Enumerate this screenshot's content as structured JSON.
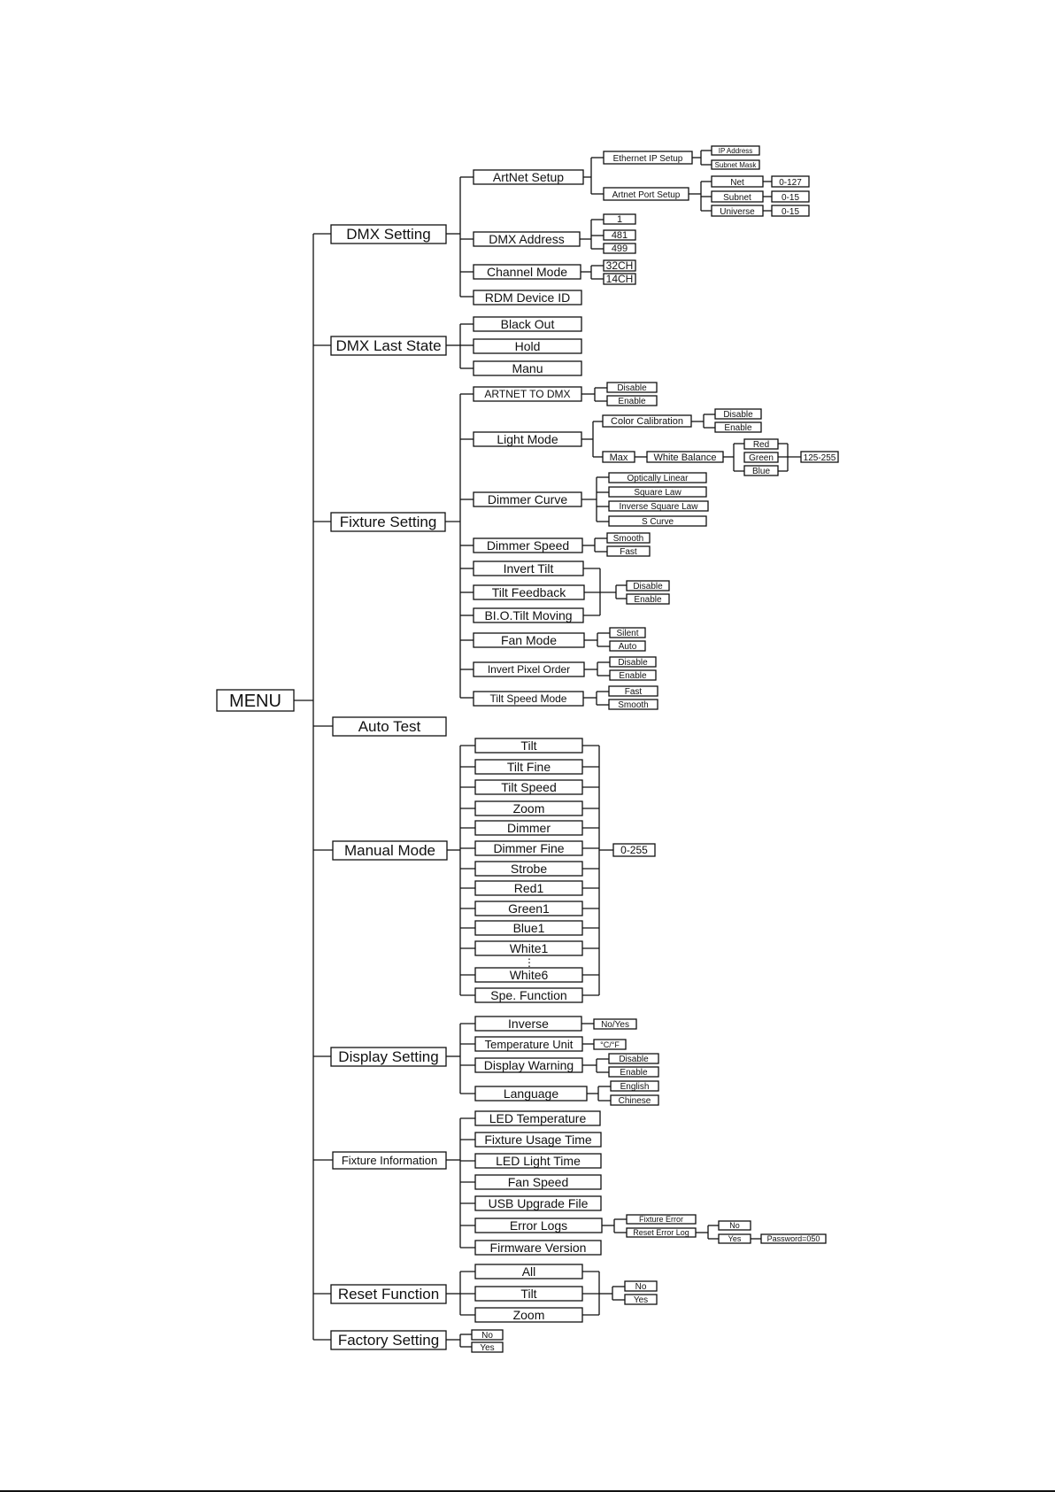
{
  "menu": {
    "root": "MENU",
    "dmx_setting": {
      "label": "DMX Setting",
      "artnet_setup": "ArtNet Setup",
      "ethernet_ip_setup": "Ethernet IP Setup",
      "ip_address": "IP Address",
      "subnet_mask": "Subnet Mask",
      "artnet_port_setup": "Artnet Port Setup",
      "net": "Net",
      "net_range": "0-127",
      "subnet": "Subnet",
      "subnet_range": "0-15",
      "universe": "Universe",
      "universe_range": "0-15",
      "dmx_address": "DMX Address",
      "addr_values": [
        "1",
        "481",
        "499"
      ],
      "channel_mode": "Channel Mode",
      "channel_values": [
        "32CH",
        "14CH"
      ],
      "rdm_device_id": "RDM Device ID"
    },
    "dmx_last_state": {
      "label": "DMX Last State",
      "options": [
        "Black Out",
        "Hold",
        "Manu"
      ]
    },
    "fixture_setting": {
      "label": "Fixture Setting",
      "artnet_to_dmx": "ARTNET TO DMX",
      "artnet_to_dmx_options": [
        "Disable",
        "Enable"
      ],
      "light_mode": "Light Mode",
      "color_calibration": "Color Calibration",
      "color_calibration_options": [
        "Disable",
        "Enable"
      ],
      "max": "Max",
      "white_balance": "White Balance",
      "wb_colors": [
        "Red",
        "Green",
        "Blue"
      ],
      "wb_range": "125-255",
      "dimmer_curve": "Dimmer Curve",
      "dimmer_curve_options": [
        "Optically Linear",
        "Square Law",
        "Inverse Square Law",
        "S Curve"
      ],
      "dimmer_speed": "Dimmer Speed",
      "dimmer_speed_options": [
        "Smooth",
        "Fast"
      ],
      "invert_tilt": "Invert Tilt",
      "tilt_feedback": "Tilt Feedback",
      "bio_tilt_moving": "BI.O.Tilt Moving",
      "tilt_group_options": [
        "Disable",
        "Enable"
      ],
      "fan_mode": "Fan Mode",
      "fan_mode_options": [
        "Silent",
        "Auto"
      ],
      "invert_pixel_order": "Invert Pixel Order",
      "invert_pixel_order_options": [
        "Disable",
        "Enable"
      ],
      "tilt_speed_mode": "Tilt Speed Mode",
      "tilt_speed_mode_options": [
        "Fast",
        "Smooth"
      ]
    },
    "auto_test": {
      "label": "Auto Test"
    },
    "manual_mode": {
      "label": "Manual Mode",
      "items": [
        "Tilt",
        "Tilt Fine",
        "Tilt Speed",
        "Zoom",
        "Dimmer",
        "Dimmer Fine",
        "Strobe",
        "Red1",
        "Green1",
        "Blue1",
        "White1",
        "White6",
        "Spe. Function"
      ],
      "ellipsis": "⋮",
      "range": "0-255"
    },
    "display_setting": {
      "label": "Display Setting",
      "inverse": "Inverse",
      "inverse_options": "No/Yes",
      "temperature_unit": "Temperature Unit",
      "temperature_unit_options": "°C/°F",
      "display_warning": "Display Warning",
      "display_warning_options": [
        "Disable",
        "Enable"
      ],
      "language": "Language",
      "language_options": [
        "English",
        "Chinese"
      ]
    },
    "fixture_information": {
      "label": "Fixture Information",
      "items": [
        "LED Temperature",
        "Fixture Usage Time",
        "LED Light Time",
        "Fan Speed",
        "USB Upgrade File",
        "Error Logs",
        "Firmware Version"
      ],
      "fixture_error": "Fixture Error",
      "reset_error_log": "Reset Error Log",
      "reset_options": [
        "No",
        "Yes"
      ],
      "password": "Password=050"
    },
    "reset_function": {
      "label": "Reset Function",
      "items": [
        "All",
        "Tilt",
        "Zoom"
      ],
      "options": [
        "No",
        "Yes"
      ]
    },
    "factory_setting": {
      "label": "Factory Setting",
      "options": [
        "No",
        "Yes"
      ]
    }
  }
}
